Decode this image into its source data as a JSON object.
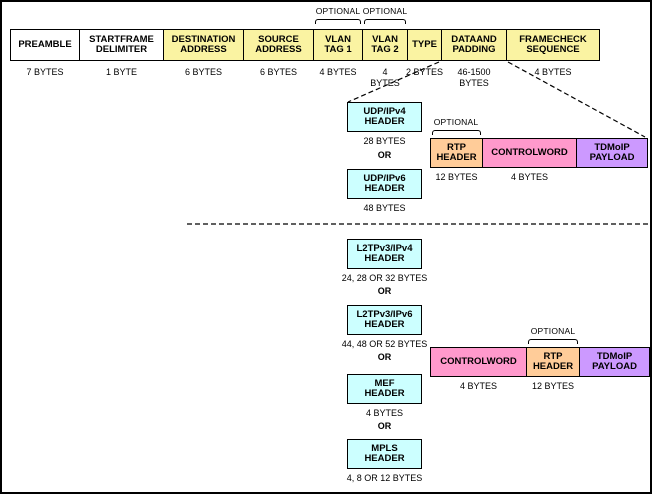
{
  "colors": {
    "field_white": "#FFFFFF",
    "field_yellow": "#FAF3A2",
    "header_cyan": "#CCFFFF",
    "rtp_orange": "#FFCC99",
    "control_pink": "#FF99CC",
    "payload_purple": "#CC99FF"
  },
  "frame": {
    "optional_left": "OPTIONAL",
    "optional_right": "OPTIONAL",
    "fields": [
      {
        "label": "PREAMBLE",
        "size": "7 BYTES",
        "color": "#FFFFFF"
      },
      {
        "label": "STARTFRAME\nDELIMITER",
        "size": "1 BYTE",
        "color": "#FFFFFF"
      },
      {
        "label": "DESTINATION\nADDRESS",
        "size": "6 BYTES",
        "color": "#FAF3A2"
      },
      {
        "label": "SOURCE\nADDRESS",
        "size": "6 BYTES",
        "color": "#FAF3A2"
      },
      {
        "label": "VLAN\nTAG 1",
        "size": "4 BYTES",
        "color": "#FAF3A2"
      },
      {
        "label": "VLAN\nTAG 2",
        "size": "4\nBYTES",
        "color": "#FAF3A2"
      },
      {
        "label": "TYPE",
        "size": "2 BYTES",
        "color": "#FAF3A2"
      },
      {
        "label": "DATAAND\nPADDING",
        "size": "46-1500\nBYTES",
        "color": "#FAF3A2"
      },
      {
        "label": "FRAMECHECK\nSEQUENCE",
        "size": "4 BYTES",
        "color": "#FAF3A2"
      }
    ]
  },
  "udp_path": {
    "headers": [
      {
        "label": "UDP/IPv4\nHEADER",
        "size": "28 BYTES"
      },
      {
        "label": "UDP/IPv6\nHEADER",
        "size": "48 BYTES"
      }
    ],
    "or_label": "OR",
    "optional_label": "OPTIONAL",
    "rtp": {
      "label": "RTP\nHEADER",
      "size": "12 BYTES"
    },
    "control": {
      "label": "CONTROLWORD",
      "size": "4 BYTES"
    },
    "payload": {
      "label": "TDMoIP\nPAYLOAD"
    }
  },
  "l2_path": {
    "headers": [
      {
        "label": "L2TPv3/IPv4\nHEADER",
        "size": "24, 28 OR 32 BYTES"
      },
      {
        "label": "L2TPv3/IPv6\nHEADER",
        "size": "44, 48 OR 52 BYTES"
      },
      {
        "label": "MEF\nHEADER",
        "size": "4 BYTES"
      },
      {
        "label": "MPLS\nHEADER",
        "size": "4, 8 OR 12 BYTES"
      }
    ],
    "or_label": "OR",
    "optional_label": "OPTIONAL",
    "control": {
      "label": "CONTROLWORD",
      "size": "4 BYTES"
    },
    "rtp": {
      "label": "RTP\nHEADER",
      "size": "12 BYTES"
    },
    "payload": {
      "label": "TDMoIP\nPAYLOAD"
    }
  }
}
